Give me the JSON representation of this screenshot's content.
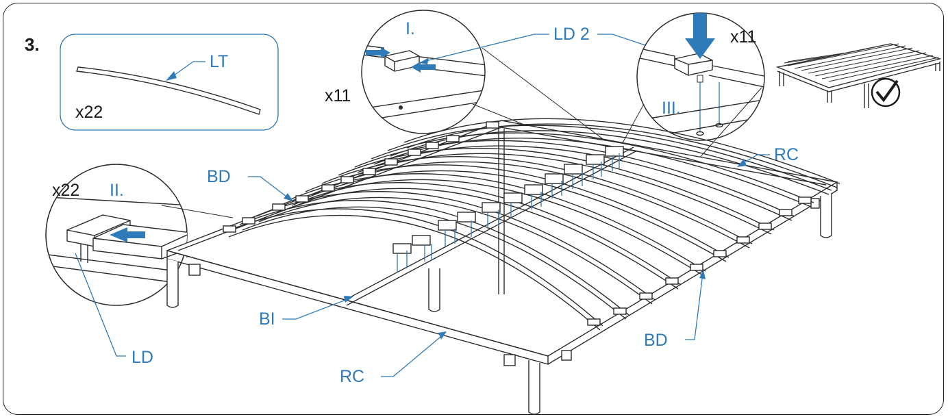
{
  "step_number": "3.",
  "labels": {
    "lt": "LT",
    "ld2": "LD 2",
    "ld": "LD",
    "bd_top": "BD",
    "bd_right": "BD",
    "rc_top": "RC",
    "rc_bottom": "RC",
    "bi": "BI"
  },
  "detail_markers": {
    "i": "I.",
    "ii": "II.",
    "iii": "III."
  },
  "quantities": {
    "slats": "x22",
    "caps_left": "x22",
    "caps_top": "x11",
    "caps_right": "x11"
  },
  "colors": {
    "accent": "#2f7ab8",
    "arrow": "#2f7ab8",
    "line": "#2b2b2b"
  },
  "icons": [
    "check-icon",
    "down-arrow-icon",
    "right-arrow-icon",
    "left-arrow-icon"
  ]
}
